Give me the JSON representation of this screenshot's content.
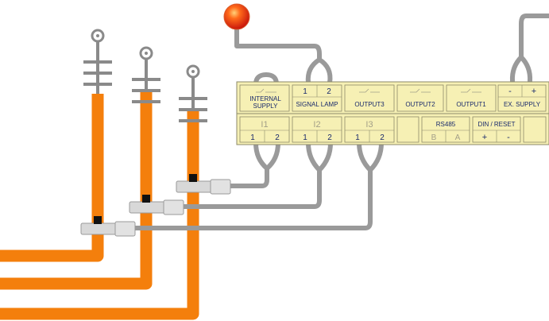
{
  "terminal_block": {
    "top_row": {
      "internal_supply": [
        "INTERNAL",
        "SUPPLY"
      ],
      "signal_lamp": {
        "pins": [
          "1",
          "2"
        ],
        "label": "SIGNAL LAMP"
      },
      "output3": "OUTPUT3",
      "output2": "OUTPUT2",
      "output1": "OUTPUT1",
      "ex_supply": {
        "pins": [
          "-",
          "+"
        ],
        "label": "EX. SUPPLY"
      }
    },
    "bottom_row": {
      "i1": {
        "label": "I1",
        "pins": [
          "1",
          "2"
        ]
      },
      "i2": {
        "label": "I2",
        "pins": [
          "1",
          "2"
        ]
      },
      "i3": {
        "label": "I3",
        "pins": [
          "1",
          "2"
        ]
      },
      "rs485": {
        "label": "RS485",
        "pins": [
          "B",
          "A"
        ]
      },
      "din_reset": {
        "label": "DIN / RESET",
        "pins": [
          "+",
          "-"
        ]
      }
    }
  },
  "colors": {
    "terminal_fill": "#f6f0b4",
    "terminal_border": "#8c8a6a",
    "text": "#1a2a6c",
    "faint_text": "#a39f88",
    "cable": "#f47f0c",
    "wire": "#9a9a9a",
    "lamp": "#e8241a",
    "insulator": "#8a8a8a",
    "sensor": "#d8d8d8"
  }
}
